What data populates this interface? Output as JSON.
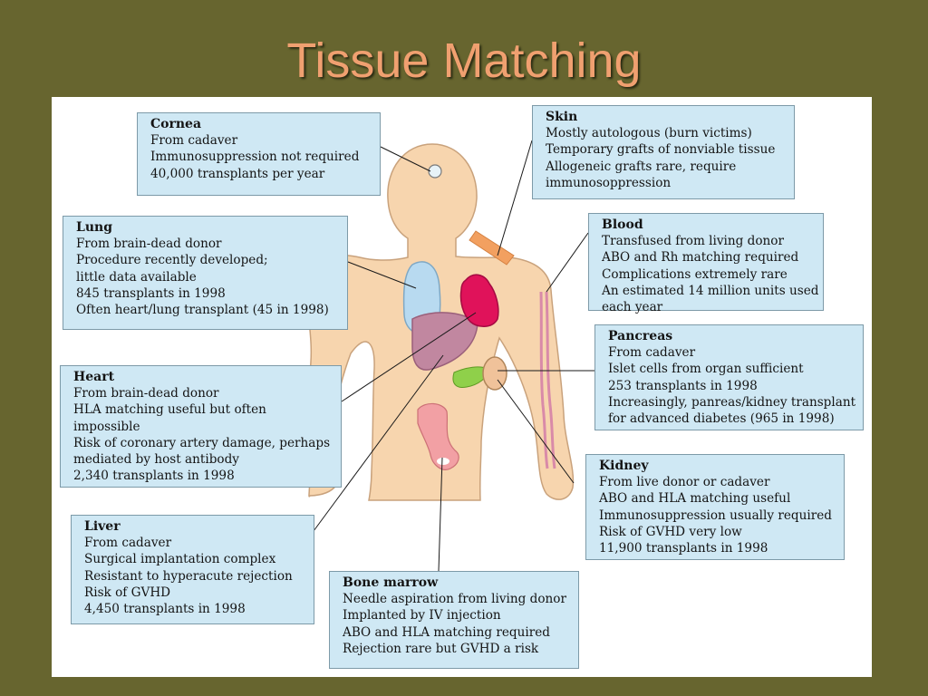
{
  "title": "Tissue Matching",
  "colors": {
    "background": "#67652f",
    "title": "#f0a070",
    "box_fill": "#cfe8f4",
    "skin": "#f7d5ae"
  },
  "organs": {
    "cornea": {
      "heading": "Cornea",
      "lines": [
        "From cadaver",
        "Immunosuppression not required",
        "40,000 transplants per year"
      ]
    },
    "skin": {
      "heading": "Skin",
      "lines": [
        "Mostly autologous (burn victims)",
        "Temporary grafts of nonviable tissue",
        "Allogeneic grafts rare, require",
        "immunosoppression"
      ]
    },
    "lung": {
      "heading": "Lung",
      "lines": [
        "From brain-dead donor",
        "Procedure recently developed;",
        "little data available",
        "845 transplants in 1998",
        "Often heart/lung transplant (45 in 1998)"
      ]
    },
    "blood": {
      "heading": "Blood",
      "lines": [
        "Transfused from living donor",
        "ABO and Rh matching required",
        "Complications extremely rare",
        "An estimated 14 million units used",
        "each year"
      ]
    },
    "pancreas": {
      "heading": "Pancreas",
      "lines": [
        "From cadaver",
        "Islet cells from organ sufficient",
        "253 transplants in 1998",
        "Increasingly, panreas/kidney transplant",
        "for advanced diabetes (965 in 1998)"
      ]
    },
    "heart": {
      "heading": "Heart",
      "lines": [
        "From brain-dead donor",
        "HLA matching useful but often",
        "impossible",
        "Risk of coronary artery damage, perhaps",
        "mediated by host antibody",
        "2,340 transplants in 1998"
      ]
    },
    "kidney": {
      "heading": "Kidney",
      "lines": [
        "From live donor or cadaver",
        "ABO and HLA matching useful",
        "Immunosuppression usually required",
        "Risk of GVHD very low",
        "11,900 transplants in 1998"
      ]
    },
    "liver": {
      "heading": "Liver",
      "lines": [
        "From cadaver",
        "Surgical implantation complex",
        "Resistant to hyperacute rejection",
        "Risk of GVHD",
        "4,450 transplants in 1998"
      ]
    },
    "bone_marrow": {
      "heading": "Bone marrow",
      "lines": [
        "Needle aspiration from living donor",
        "Implanted by IV injection",
        "ABO and HLA matching required",
        "Rejection rare but GVHD a risk"
      ]
    }
  }
}
